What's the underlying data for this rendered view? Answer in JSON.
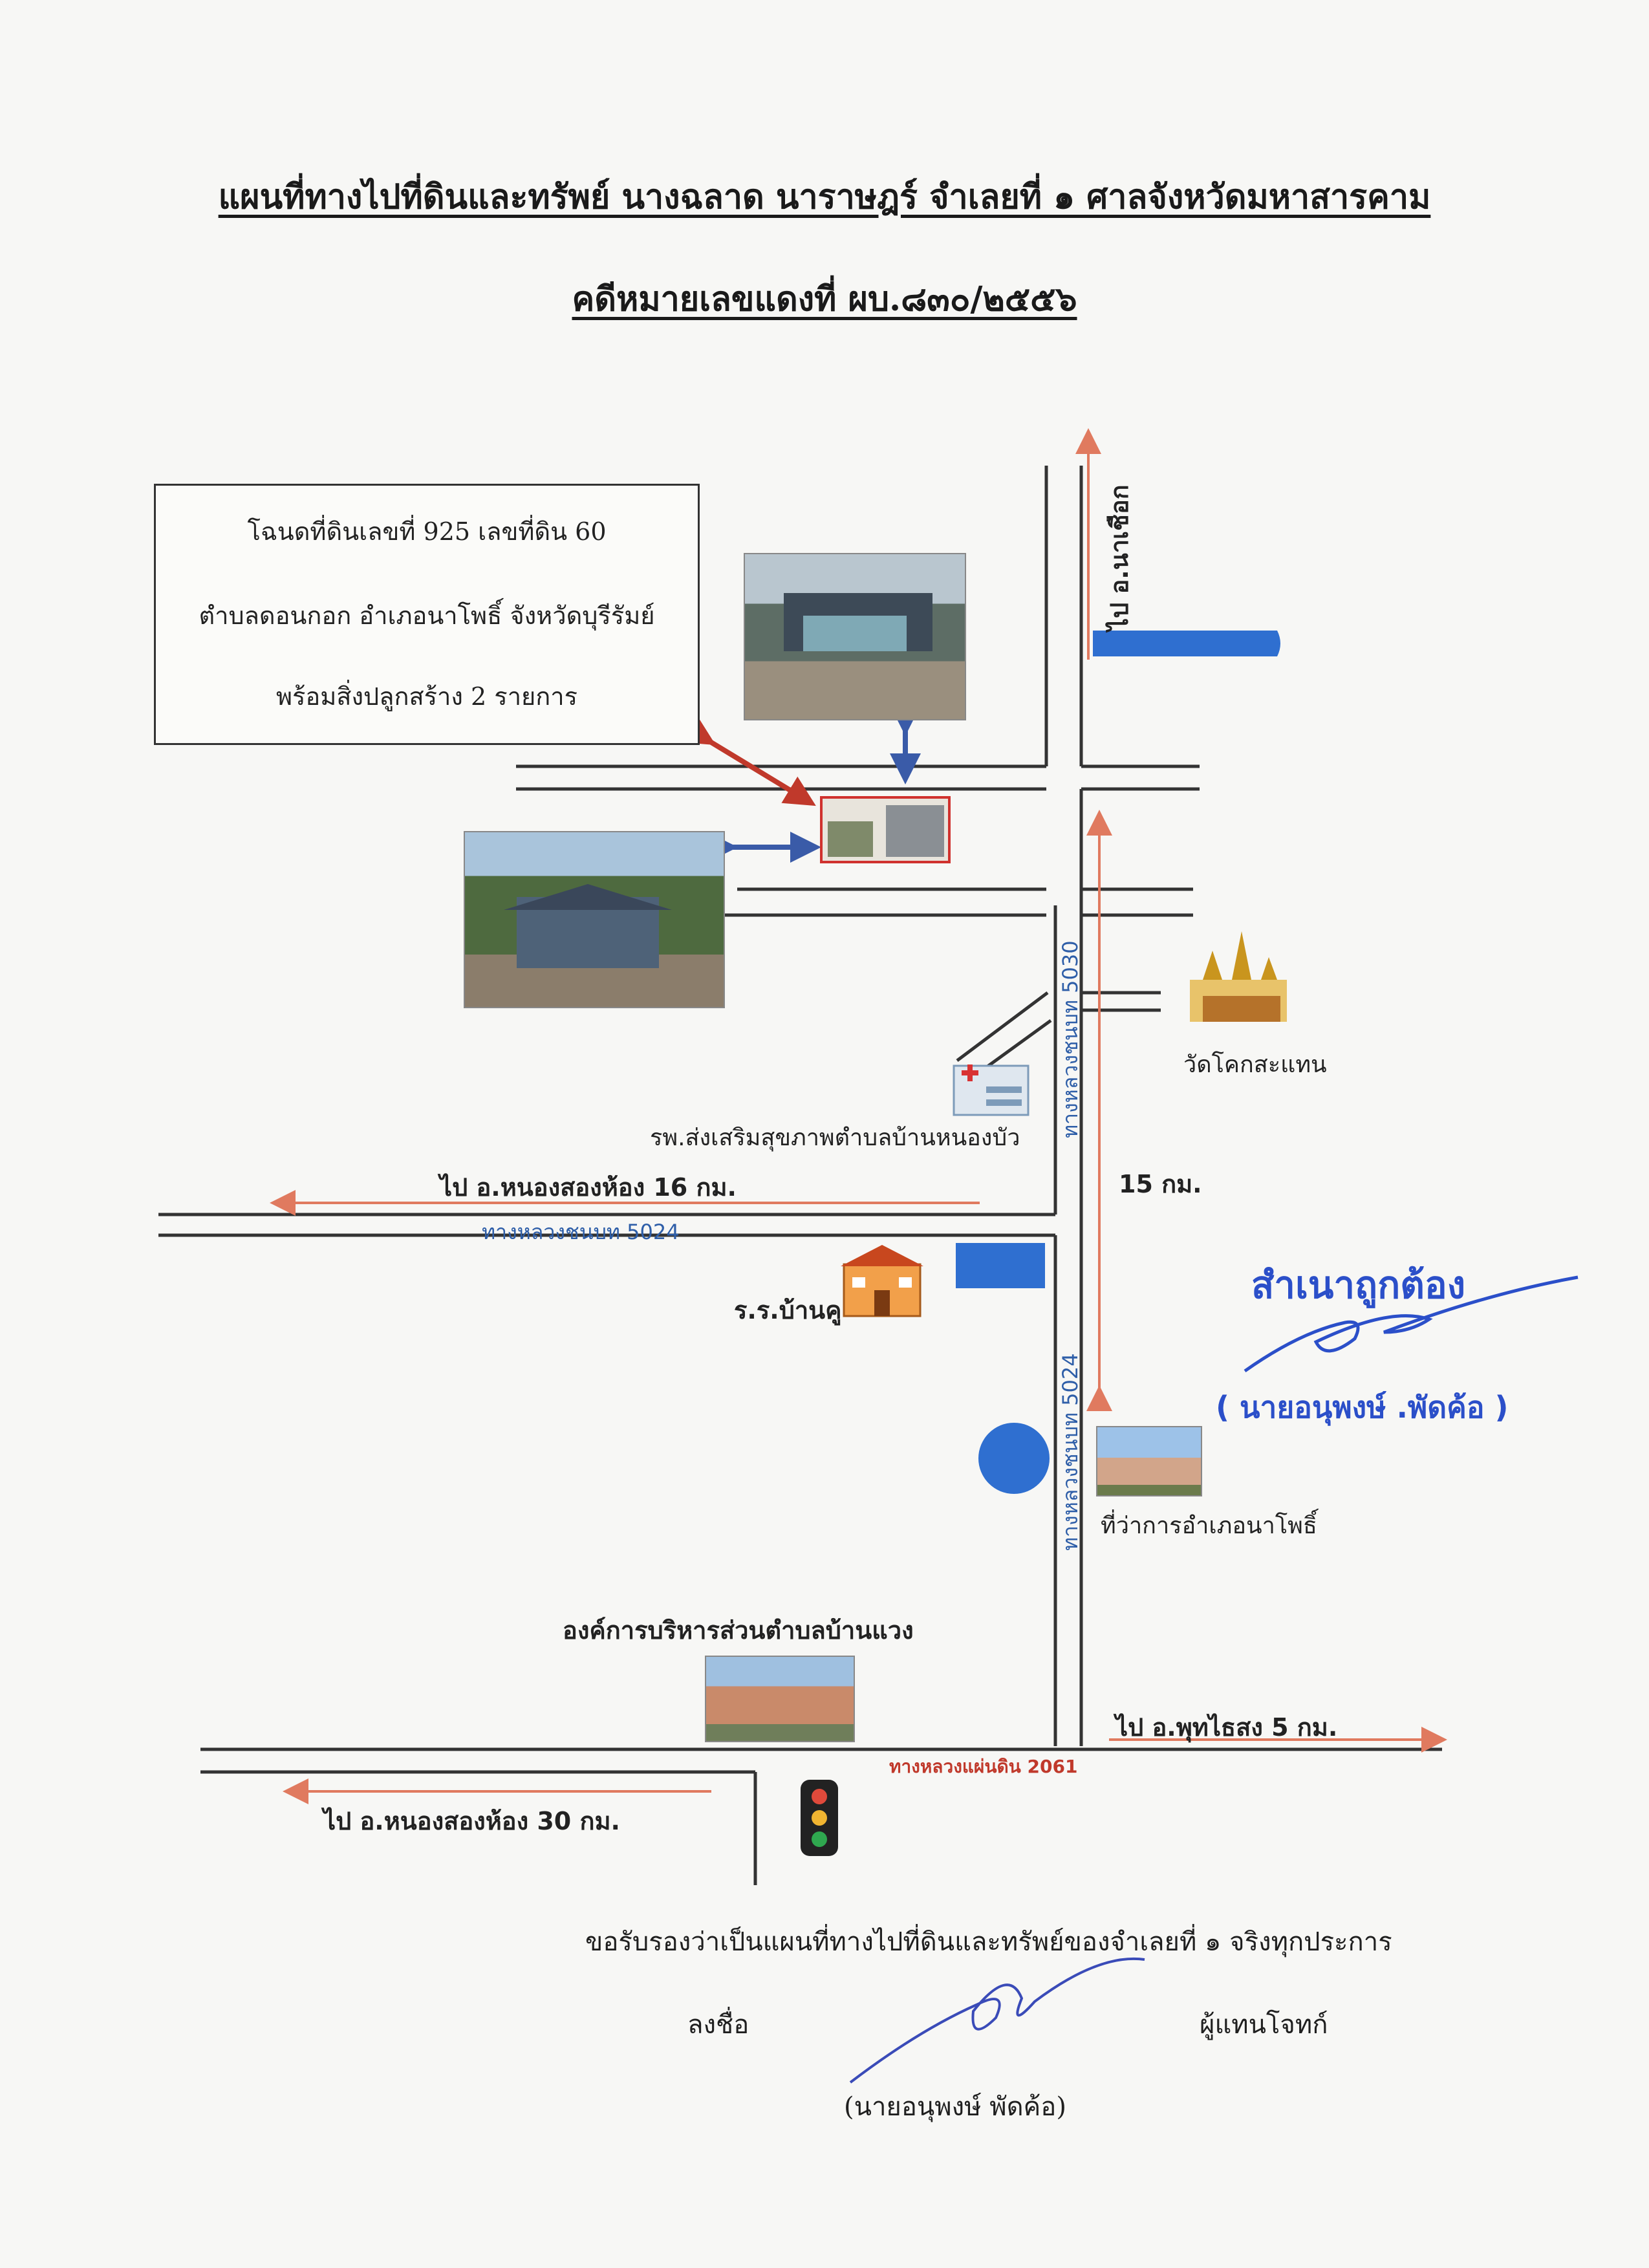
{
  "document": {
    "title": "แผนที่ทางไปที่ดินและทรัพย์ นางฉลาด นาราษฎร์ จำเลยที่ ๑ ศาลจังหวัดมหาสารคาม",
    "case_number": "คดีหมายเลขแดงที่ ผบ.๘๓๐/๒๕๕๖"
  },
  "infobox": {
    "line1": "โฉนดที่ดินเลขที่ 925 เลขที่ดิน 60",
    "line2": "ตำบลดอนกอก อำเภอนาโพธิ์ จังหวัดบุรีรัมย์",
    "line3": "พร้อมสิ่งปลูกสร้าง 2 รายการ"
  },
  "map": {
    "to_na_chueak": "ไป อ.นาเชือก",
    "road_5030": "ทางหลวงชนบท 5030",
    "road_5024_h": "ทางหลวงชนบท 5024",
    "road_5024_v": "ทางหลวงชนบท 5024",
    "highway_2061": "ทางหลวงแผ่นดิน 2061",
    "temple": "วัดโคกสะแทน",
    "health_center": "รพ.ส่งเสริมสุขภาพตำบลบ้านหนองบัว",
    "to_nong_song_hong_16": "ไป อ.หนองสองห้อง  16 กม.",
    "distance_15": "15 กม.",
    "school": "ร.ร.บ้านคู",
    "district_office": "ที่ว่าการอำเภอนาโพธิ์",
    "sao": "องค์การบริหารส่วนตำบลบ้านแวง",
    "to_phutthaisong": "ไป อ.พุทไธสง  5 กม.",
    "to_nong_song_hong_30": "ไป อ.หนองสองห้อง  30  กม."
  },
  "stamp": {
    "certified": "สำเนาถูกต้อง",
    "name": "( นายอนุพงษ์ .พัดค้อ )"
  },
  "certification": {
    "statement": "ขอรับรองว่าเป็นแผนที่ทางไปที่ดินและทรัพย์ของจำเลยที่ ๑ จริงทุกประการ",
    "sign_label": "ลงชื่อ",
    "role": "ผู้แทนโจทก์",
    "signer": "(นายอนุพงษ์  พัดค้อ)"
  },
  "colors": {
    "road": "#333333",
    "arrow_orange": "#e07a5f",
    "arrow_red": "#c0392b",
    "arrow_blue": "#3a5ba8",
    "marker_blue": "#2f6fd0",
    "stamp_blue": "#2b4fc9"
  }
}
